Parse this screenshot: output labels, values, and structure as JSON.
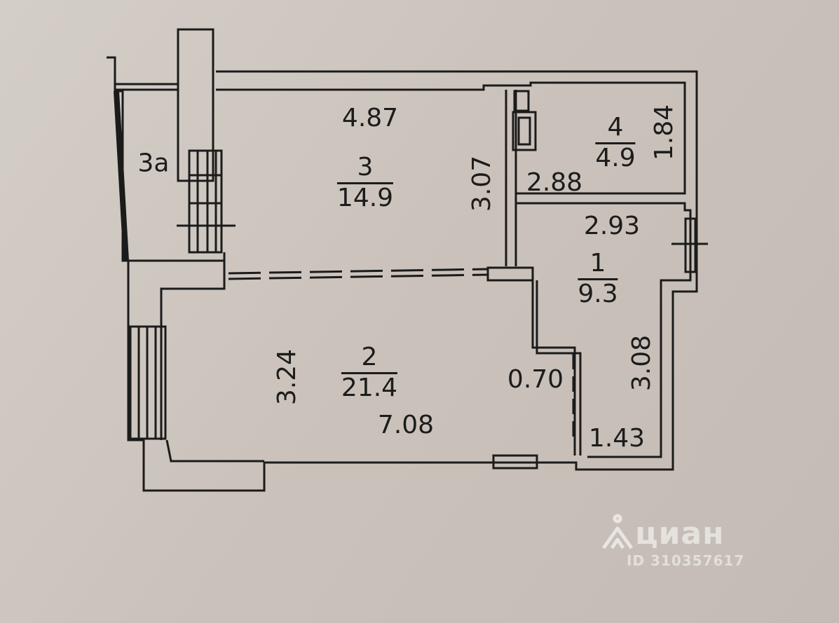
{
  "rooms": [
    {
      "number": "1",
      "area": "9.3"
    },
    {
      "number": "2",
      "area": "21.4"
    },
    {
      "number": "3",
      "area": "14.9"
    },
    {
      "number": "4",
      "area": "4.9"
    },
    {
      "number": "3а"
    }
  ],
  "dimensions": {
    "room3_width": "4.87",
    "room3_depth": "3.07",
    "room4_width": "2.88",
    "room4_depth": "1.84",
    "room1_width": "2.93",
    "room1_depth": "3.08",
    "room1_niche": "1.43",
    "room2_depth": "3.24",
    "room2_width": "7.08",
    "passage_width": "0.70"
  },
  "watermark": {
    "brand": "циан",
    "listing_id": "ID 310357617"
  },
  "colors": {
    "paper": "#cfc8c1",
    "ink": "#1c1c1c"
  }
}
